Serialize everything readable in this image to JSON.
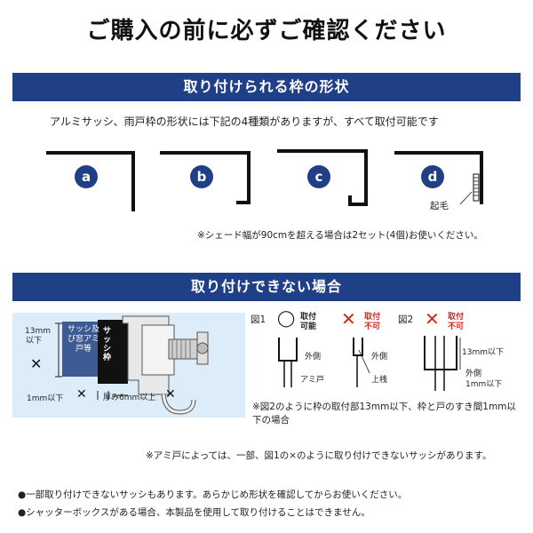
{
  "title": "ご購入の前に必ずご確認ください",
  "section1": {
    "header": "取り付けられる枠の形状",
    "intro": "アルミサッシ、雨戸枠の形状には下記の4種類がありますが、すべて取付可能です",
    "shapes": [
      {
        "label": "a"
      },
      {
        "label": "b"
      },
      {
        "label": "c"
      },
      {
        "label": "d",
        "note": "起毛"
      }
    ],
    "note": "※シェード幅が90cmを超える場合は2セット(4個)お使いください。"
  },
  "section2": {
    "header": "取り付けできない場合",
    "diagram": {
      "dim_vertical": "13mm以下",
      "x_mark": "✕",
      "window_label": "サッシ及び窓アミ戸等",
      "sash_label": "サッシ枠",
      "dim_gap": "1mm以下",
      "dim_thickness": "厚み6mm以上"
    },
    "fig1": {
      "label": "図1",
      "ok_symbol": "◯",
      "ok_text": "取付可能",
      "ng_symbol": "✕",
      "ng_text": "取付不可",
      "outer_side": "外側",
      "screen_door": "アミ戸",
      "upper_frame": "上桟"
    },
    "fig2": {
      "label": "図2",
      "ng_symbol": "✕",
      "ng_text": "取付不可",
      "dim_13": "13mm以下",
      "outer_side": "外側",
      "dim_1": "1mm以下"
    },
    "note_fig2": "※図2のように枠の取付部13mm以下、枠と戸のすき間1mm以下の場合",
    "note_screen": "※アミ戸によっては、一部、図1の×のように取り付けできないサッシがあります。"
  },
  "bullets": [
    "●一部取り付けできないサッシもあります。あらかじめ形状を確認してからお使いください。",
    "●シャッターボックスがある場合、本製品を使用して取り付けることはできません。"
  ]
}
